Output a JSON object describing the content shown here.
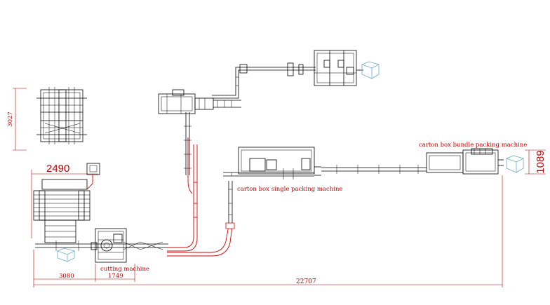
{
  "labels": {
    "bundle_packing": "carton box bundle packing machine",
    "single_packing": "carton box single packing machine",
    "cutting": "cutting machine"
  },
  "dimensions": {
    "d3027": "3027",
    "d2490": "2490",
    "d1089": "1089",
    "d3080": "3080",
    "d1749": "1749",
    "d22707": "22707"
  },
  "colors": {
    "line": "#000000",
    "accent": "#c00000",
    "conveyor": "#d40000",
    "icon": "#6aa7c8"
  }
}
